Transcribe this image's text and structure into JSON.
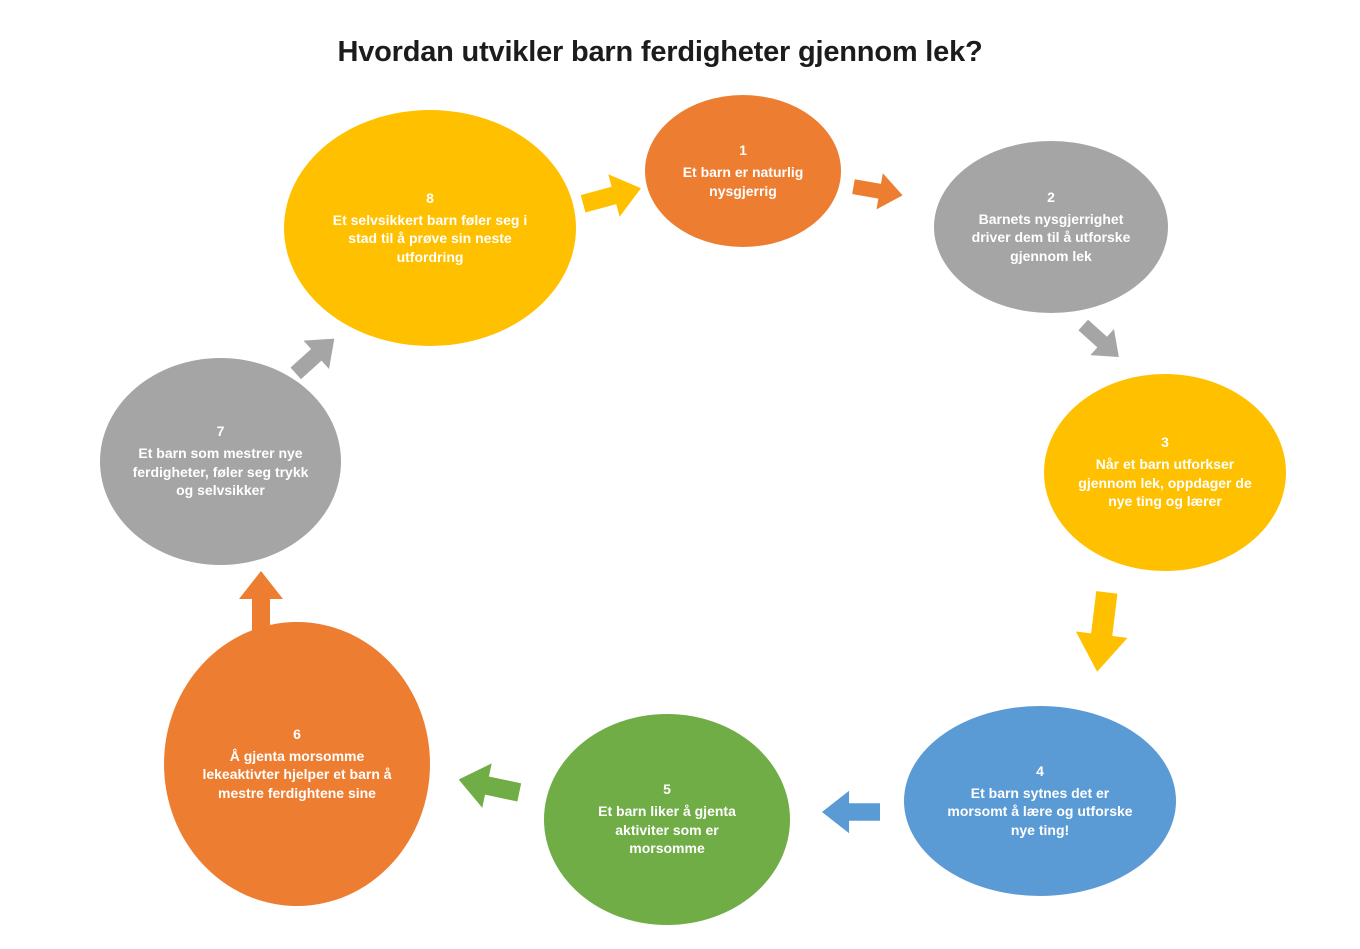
{
  "title": "Hvordan utvikler barn ferdigheter gjennom lek?",
  "colors": {
    "orange": "#ED7D31",
    "gray": "#A5A5A5",
    "yellow": "#FFC000",
    "blue": "#5B9BD5",
    "green": "#70AD47",
    "title_text": "#1C1C1C",
    "step_text": "#FFFFFF",
    "background": "#FFFFFF"
  },
  "chart_data": {
    "type": "cycle-diagram",
    "title": "Hvordan utvikler barn ferdigheter gjennom lek?",
    "steps": [
      {
        "number": "1",
        "text": "Et barn er naturlig nysgjerrig",
        "color": "#ED7D31"
      },
      {
        "number": "2",
        "text": "Barnets nysgjerrighet driver dem til å utforske gjennom lek",
        "color": "#A5A5A5"
      },
      {
        "number": "3",
        "text": "Når et barn utforkser gjennom lek, oppdager de nye ting og lærer",
        "color": "#FFC000"
      },
      {
        "number": "4",
        "text": "Et barn sytnes det er morsomt å lære og utforske nye ting!",
        "color": "#5B9BD5"
      },
      {
        "number": "5",
        "text": "Et barn liker å gjenta aktiviter som er morsomme",
        "color": "#70AD47"
      },
      {
        "number": "6",
        "text": "Å gjenta morsomme lekeaktivter hjelper et barn å mestre ferdightene sine",
        "color": "#ED7D31"
      },
      {
        "number": "7",
        "text": "Et barn som mestrer nye ferdigheter, føler seg trykk og selvsikker",
        "color": "#A5A5A5"
      },
      {
        "number": "8",
        "text": "Et selvsikkert barn føler seg i stad til å prøve sin neste utfordring",
        "color": "#FFC000"
      }
    ],
    "arrows": [
      {
        "from": "8",
        "to": "1",
        "color": "#FFC000"
      },
      {
        "from": "1",
        "to": "2",
        "color": "#ED7D31"
      },
      {
        "from": "2",
        "to": "3",
        "color": "#A5A5A5"
      },
      {
        "from": "3",
        "to": "4",
        "color": "#FFC000"
      },
      {
        "from": "4",
        "to": "5",
        "color": "#5B9BD5"
      },
      {
        "from": "5",
        "to": "6",
        "color": "#70AD47"
      },
      {
        "from": "6",
        "to": "7",
        "color": "#ED7D31"
      },
      {
        "from": "7",
        "to": "8",
        "color": "#A5A5A5"
      }
    ]
  }
}
